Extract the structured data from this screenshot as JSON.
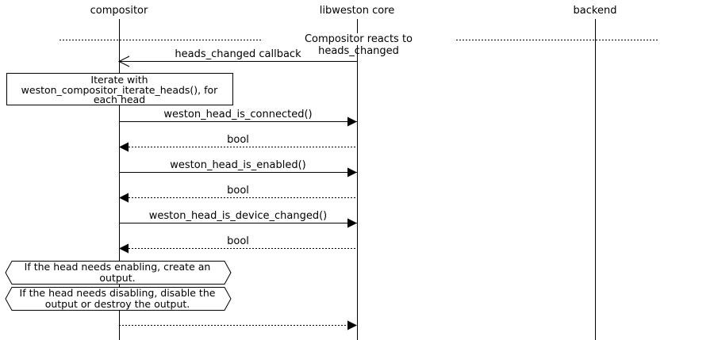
{
  "diagram": {
    "actors": [
      {
        "label": "compositor"
      },
      {
        "label": "libweston core"
      },
      {
        "label": "backend"
      }
    ],
    "divider_label": "Compositor reacts to heads_changed",
    "note_text": "Iterate with weston_compositor_iterate_heads(), for each head",
    "messages": [
      {
        "label": "heads_changed callback"
      },
      {
        "label": "weston_head_is_connected()"
      },
      {
        "label": "bool"
      },
      {
        "label": "weston_head_is_enabled()"
      },
      {
        "label": "bool"
      },
      {
        "label": "weston_head_is_device_changed()"
      },
      {
        "label": "bool"
      }
    ],
    "conditions": [
      {
        "text": "If the head needs enabling, create an output."
      },
      {
        "text": "If the head needs disabling, disable the output or destroy the output."
      }
    ]
  }
}
